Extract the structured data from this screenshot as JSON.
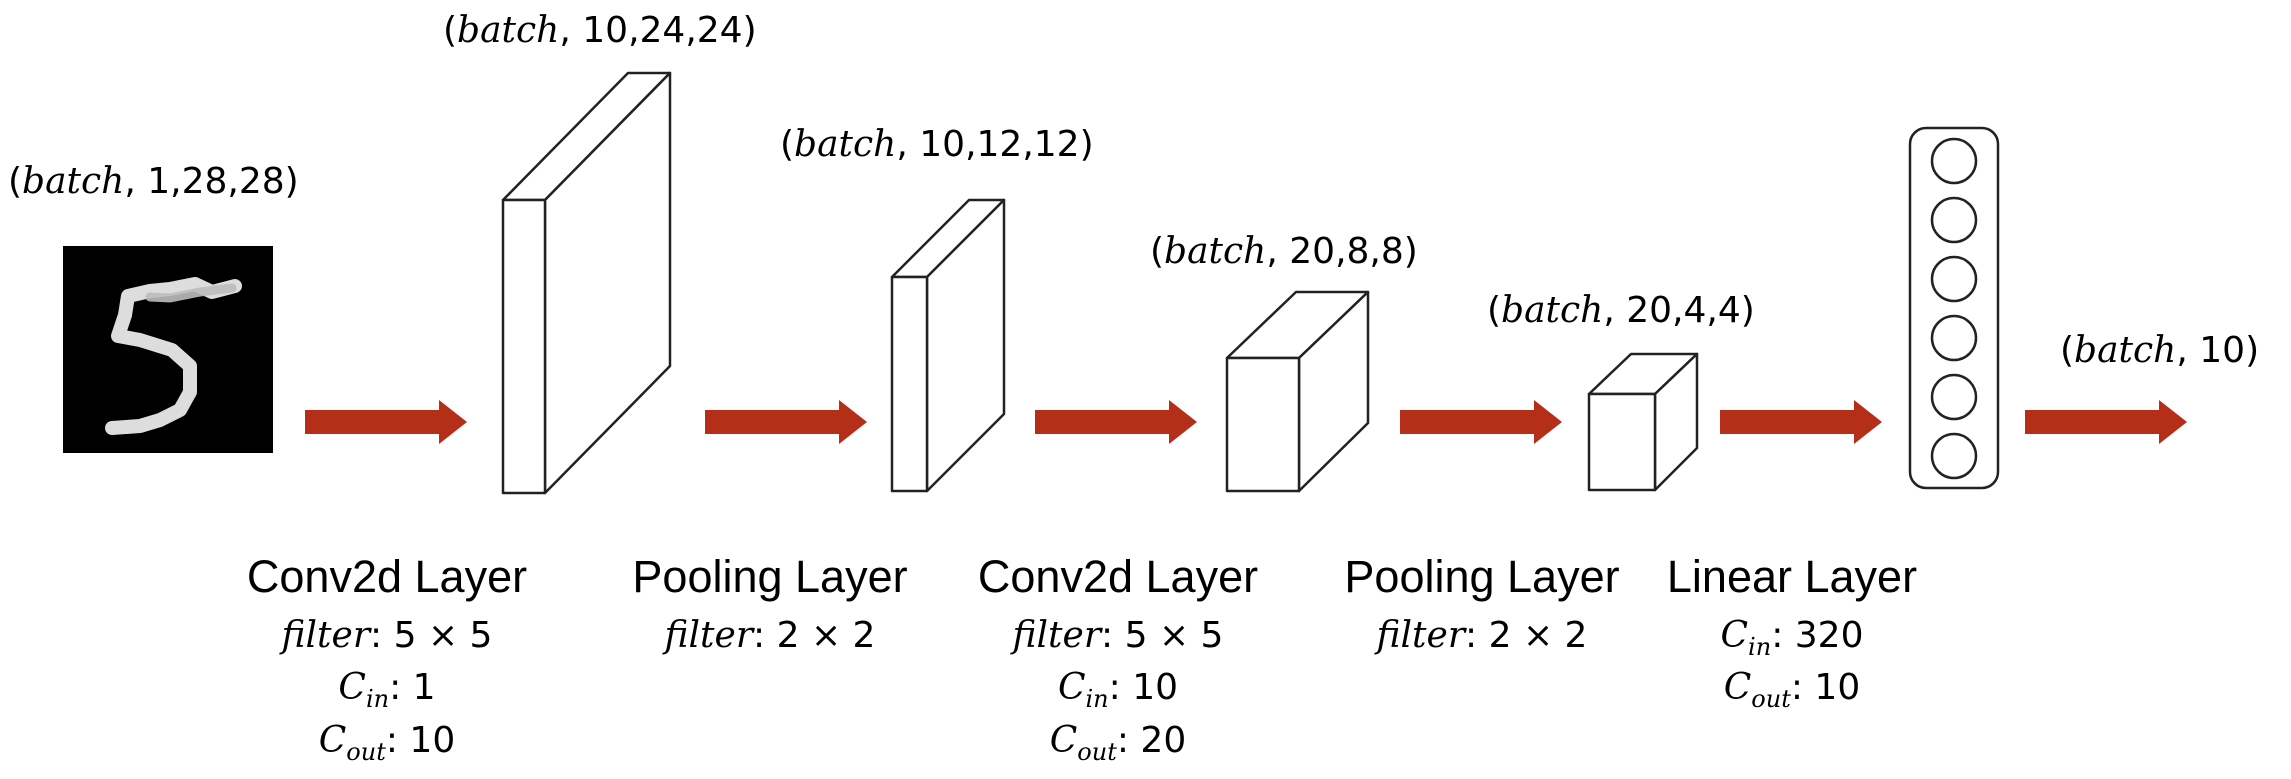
{
  "colors": {
    "arrow": "#B52E18",
    "stroke": "#222222",
    "text": "#000000",
    "background": "#ffffff",
    "input_image_bg": "#000000"
  },
  "input": {
    "shape_var": "batch",
    "shape_rest": ", 1,28,28)",
    "image": "handwritten-digit-5"
  },
  "tensors": [
    {
      "var": "batch",
      "rest": ", 10,24,24)"
    },
    {
      "var": "batch",
      "rest": ", 10,12,12)"
    },
    {
      "var": "batch",
      "rest": ", 20,8,8)"
    },
    {
      "var": "batch",
      "rest": ", 20,4,4)"
    }
  ],
  "output": {
    "var": "batch",
    "rest": ", 10)"
  },
  "neurons": {
    "count": 6
  },
  "layers": [
    {
      "name": "Conv2d Layer",
      "filter_label": "filter",
      "filter_value": ":  5 × 5",
      "cin_label": "C",
      "cin_sub": "in",
      "cin_value": ": 1",
      "cout_label": "C",
      "cout_sub": "out",
      "cout_value": ": 10"
    },
    {
      "name": "Pooling Layer",
      "filter_label": "filter",
      "filter_value": ": 2 × 2"
    },
    {
      "name": "Conv2d Layer",
      "filter_label": "filter",
      "filter_value": ":  5 × 5",
      "cin_label": "C",
      "cin_sub": "in",
      "cin_value": ": 10",
      "cout_label": "C",
      "cout_sub": "out",
      "cout_value": ": 20"
    },
    {
      "name": "Pooling Layer",
      "filter_label": "filter",
      "filter_value": ": 2 × 2"
    },
    {
      "name": "Linear Layer",
      "cin_label": "C",
      "cin_sub": "in",
      "cin_value": ": 320",
      "cout_label": "C",
      "cout_sub": "out",
      "cout_value": ": 10"
    }
  ]
}
